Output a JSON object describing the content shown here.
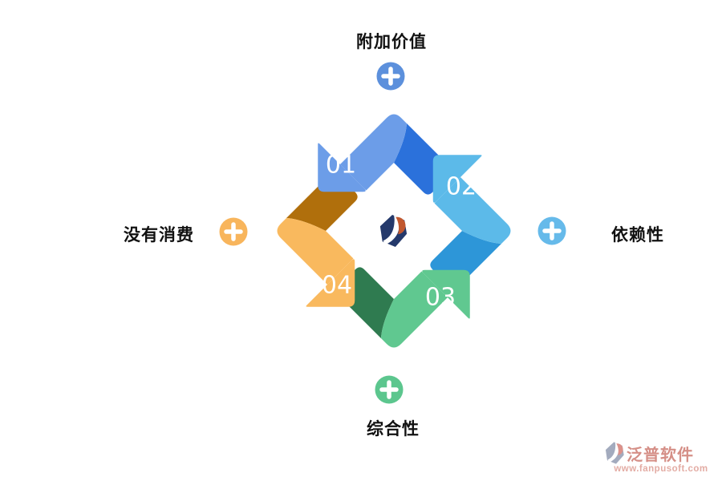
{
  "diagram": {
    "labels": {
      "top": "附加价值",
      "right": "依赖性",
      "bottom": "综合性",
      "left": "没有消费"
    },
    "arrows": [
      {
        "number": "01",
        "position": "top-left"
      },
      {
        "number": "02",
        "position": "top-right"
      },
      {
        "number": "03",
        "position": "bottom-right"
      },
      {
        "number": "04",
        "position": "bottom-left"
      }
    ],
    "colors": {
      "arrow1_light": "#6C9DE8",
      "arrow1_dark": "#2B71DB",
      "arrow2_light": "#5CBAE9",
      "arrow2_dark": "#2D96D8",
      "arrow3_light": "#60C890",
      "arrow3_dark": "#2F7B50",
      "arrow4_light": "#F9B95E",
      "arrow4_dark": "#B06F0C",
      "plus_top": "#5C90DC",
      "plus_right": "#66BAEA",
      "plus_left": "#F8B55C",
      "plus_bottom": "#5CC68E",
      "number_text": "#FFFFFF",
      "label_text": "#111111",
      "logo_navy": "#24396B",
      "logo_orange": "#C1582F",
      "watermark_gray": "#A3ABBE",
      "watermark_salmon": "#DC918A",
      "watermark_text": "#D58F87",
      "watermark_url": "#E3ACA4"
    }
  },
  "watermark": {
    "brand": "泛普软件",
    "url": "www.fanpusoft.com"
  }
}
